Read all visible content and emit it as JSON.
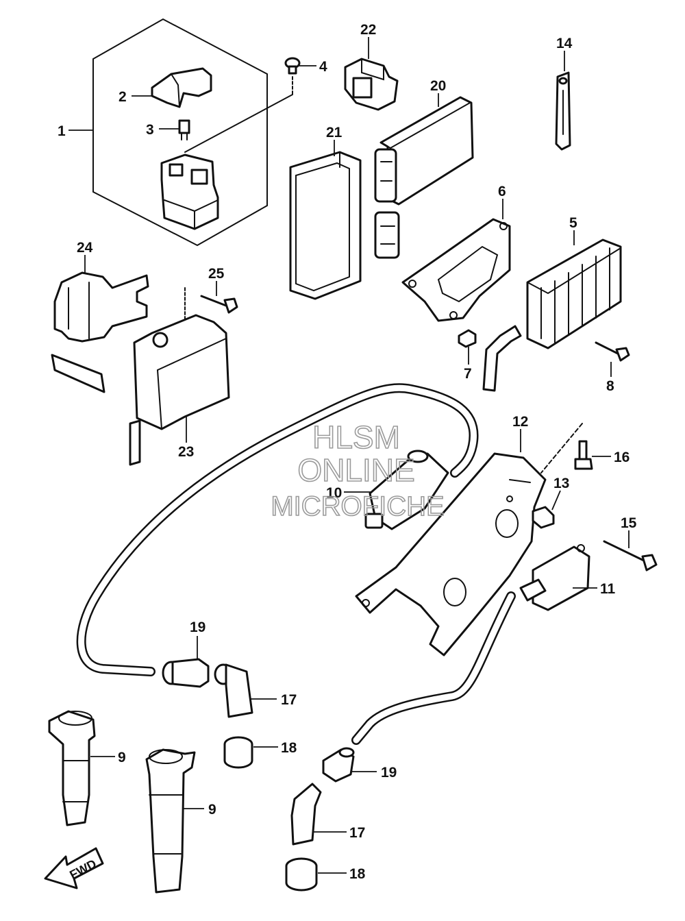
{
  "watermark": {
    "line1": "HLSM",
    "line2": "ONLINE",
    "line3": "MICROFICHE"
  },
  "fwd_label": "FWD",
  "callouts": {
    "c1": "1",
    "c2": "2",
    "c3": "3",
    "c4": "4",
    "c5": "5",
    "c6": "6",
    "c7": "7",
    "c8": "8",
    "c9a": "9",
    "c9b": "9",
    "c10": "10",
    "c11": "11",
    "c12": "12",
    "c13": "13",
    "c14": "14",
    "c15": "15",
    "c16": "16",
    "c17a": "17",
    "c17b": "17",
    "c18a": "18",
    "c18b": "18",
    "c19a": "19",
    "c19b": "19",
    "c20": "20",
    "c21": "21",
    "c22": "22",
    "c23": "23",
    "c24": "24",
    "c25": "25"
  }
}
